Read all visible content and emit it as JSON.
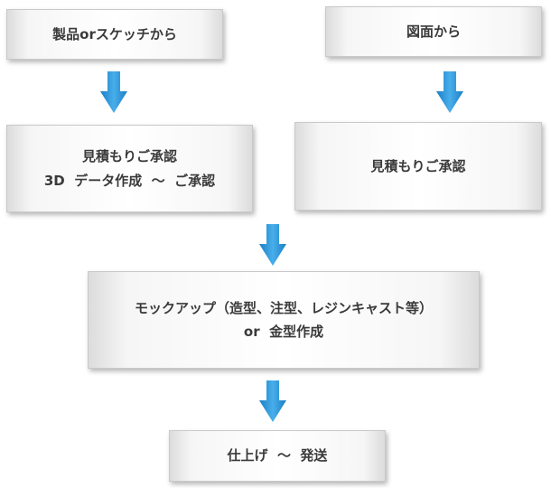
{
  "flow": {
    "start_product": "製品orスケッチから",
    "start_drawing": "図面から",
    "quote_left_line1": "見積もりご承認",
    "quote_left_line2": "3D  データ作成  ～  ご承認",
    "quote_right": "見積もりご承認",
    "mock_line1": "モックアップ（造型、注型、レジンキャスト等）",
    "mock_line2": "or  金型作成",
    "finish": "仕上げ  ～  発送"
  },
  "colors": {
    "arrow": "#2e95d6",
    "text": "#3a3a3a",
    "box_border": "#c9c9c9"
  }
}
